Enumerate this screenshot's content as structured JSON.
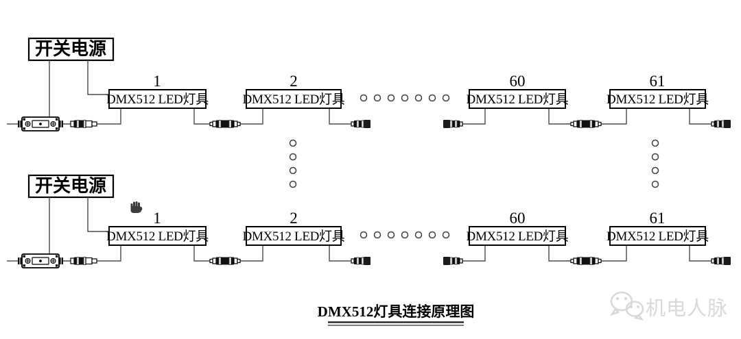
{
  "diagram": {
    "background_color": "#ffffff",
    "line_color": "#000000",
    "wire_color": "#4a4a4a",
    "title": {
      "text": "DMX512灯具连接原理图",
      "underline": "double"
    },
    "rows": [
      {
        "psu_label": "开关电源",
        "fixtures": [
          {
            "number": "1",
            "label": "DMX512 LED灯具"
          },
          {
            "number": "2",
            "label": "DMX512 LED灯具"
          },
          {
            "number": "60",
            "label": "DMX512 LED灯具"
          },
          {
            "number": "61",
            "label": "DMX512 LED灯具"
          }
        ]
      },
      {
        "psu_label": "开关电源",
        "fixtures": [
          {
            "number": "1",
            "label": "DMX512 LED灯具"
          },
          {
            "number": "2",
            "label": "DMX512 LED灯具"
          },
          {
            "number": "60",
            "label": "DMX512 LED灯具"
          },
          {
            "number": "61",
            "label": "DMX512 LED灯具"
          }
        ]
      }
    ],
    "ellipsis": {
      "horizontal_dots_per_row": 7,
      "vertical_dot_columns": 2,
      "vertical_dots_per_column": 4
    },
    "cursor": {
      "icon": "hand-cursor-icon"
    },
    "watermark": {
      "icon": "wechat-chat-bubbles-icon",
      "text": "机电人脉",
      "color": "#d9d9d9"
    }
  }
}
